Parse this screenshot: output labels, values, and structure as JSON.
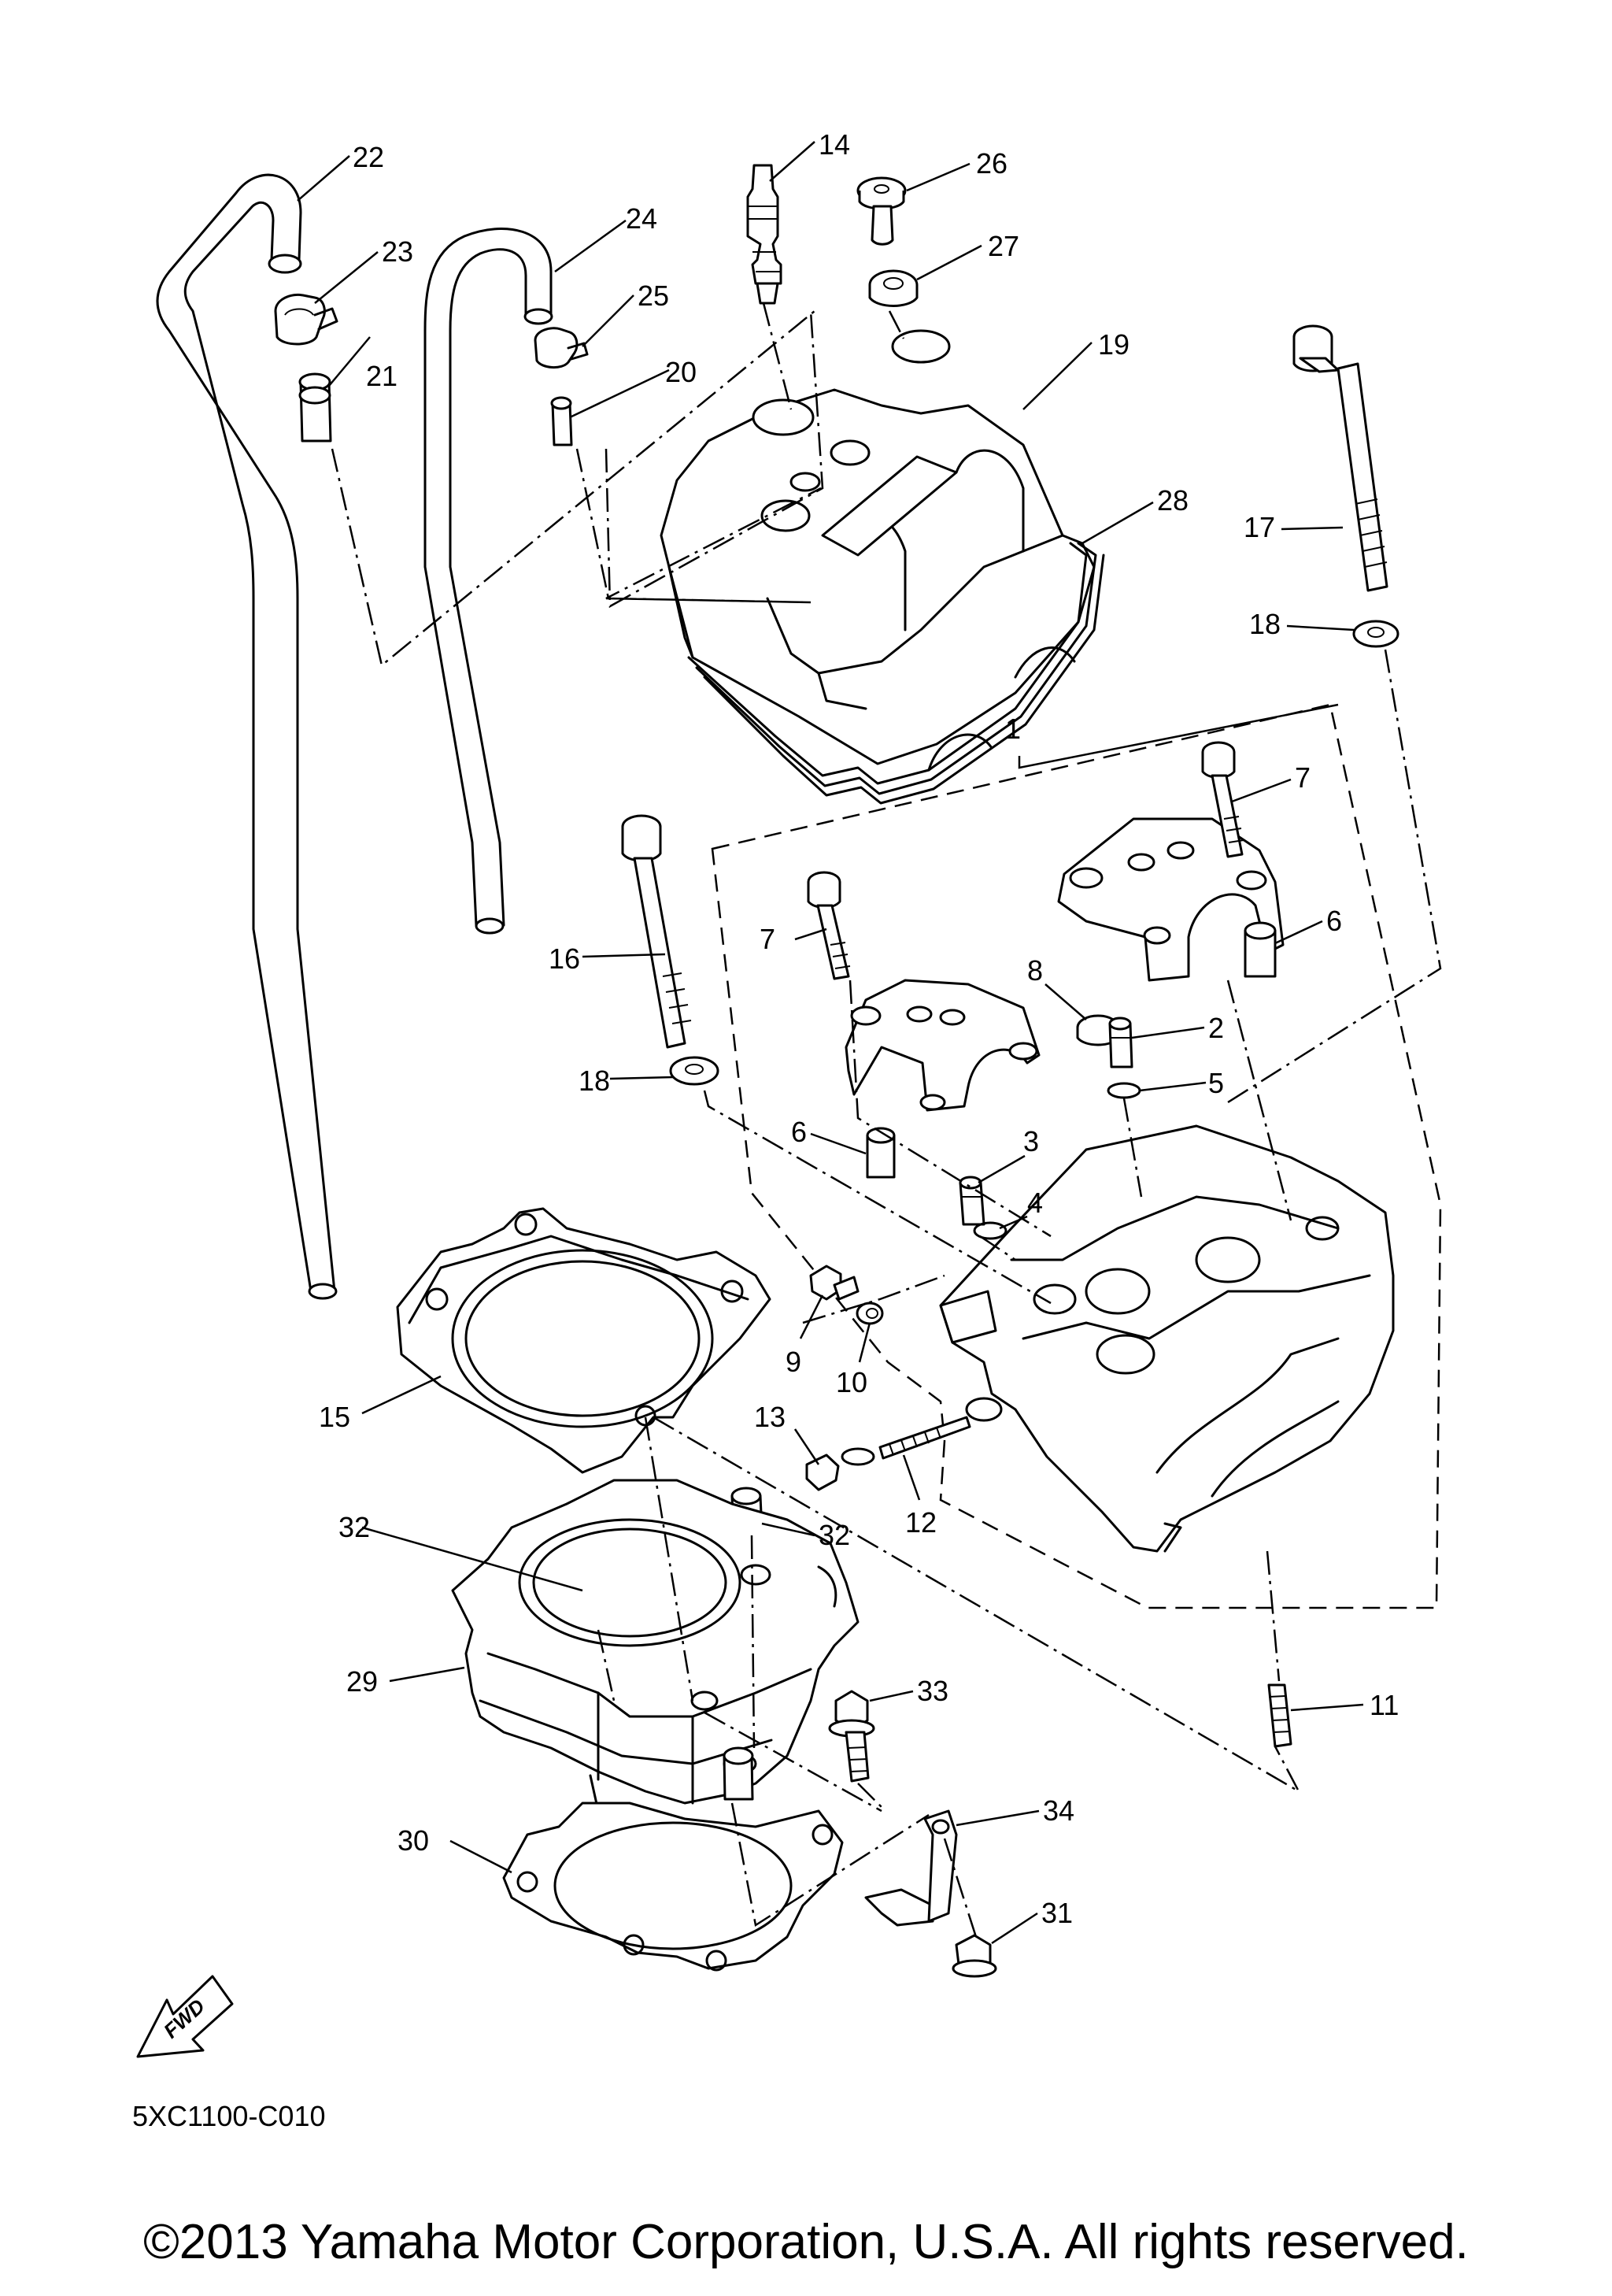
{
  "diagram_code": "5XC1100-C010",
  "copyright": "©2013 Yamaha Motor Corporation, U.S.A. All rights reserved.",
  "fwd_label": "FWD",
  "callouts": [
    {
      "id": "c1",
      "text": "1"
    },
    {
      "id": "c2",
      "text": "2"
    },
    {
      "id": "c3",
      "text": "3"
    },
    {
      "id": "c4",
      "text": "4"
    },
    {
      "id": "c5",
      "text": "5"
    },
    {
      "id": "c6a",
      "text": "6"
    },
    {
      "id": "c6b",
      "text": "6"
    },
    {
      "id": "c7a",
      "text": "7"
    },
    {
      "id": "c7b",
      "text": "7"
    },
    {
      "id": "c8",
      "text": "8"
    },
    {
      "id": "c9",
      "text": "9"
    },
    {
      "id": "c10",
      "text": "10"
    },
    {
      "id": "c11",
      "text": "11"
    },
    {
      "id": "c12",
      "text": "12"
    },
    {
      "id": "c13",
      "text": "13"
    },
    {
      "id": "c14",
      "text": "14"
    },
    {
      "id": "c15",
      "text": "15"
    },
    {
      "id": "c16",
      "text": "16"
    },
    {
      "id": "c17",
      "text": "17"
    },
    {
      "id": "c18a",
      "text": "18"
    },
    {
      "id": "c18b",
      "text": "18"
    },
    {
      "id": "c19",
      "text": "19"
    },
    {
      "id": "c20",
      "text": "20"
    },
    {
      "id": "c21",
      "text": "21"
    },
    {
      "id": "c22",
      "text": "22"
    },
    {
      "id": "c23",
      "text": "23"
    },
    {
      "id": "c24",
      "text": "24"
    },
    {
      "id": "c25",
      "text": "25"
    },
    {
      "id": "c26",
      "text": "26"
    },
    {
      "id": "c27",
      "text": "27"
    },
    {
      "id": "c28",
      "text": "28"
    },
    {
      "id": "c29",
      "text": "29"
    },
    {
      "id": "c30",
      "text": "30"
    },
    {
      "id": "c31",
      "text": "31"
    },
    {
      "id": "c32a",
      "text": "32"
    },
    {
      "id": "c32b",
      "text": "32"
    },
    {
      "id": "c33",
      "text": "33"
    },
    {
      "id": "c34",
      "text": "34"
    }
  ]
}
